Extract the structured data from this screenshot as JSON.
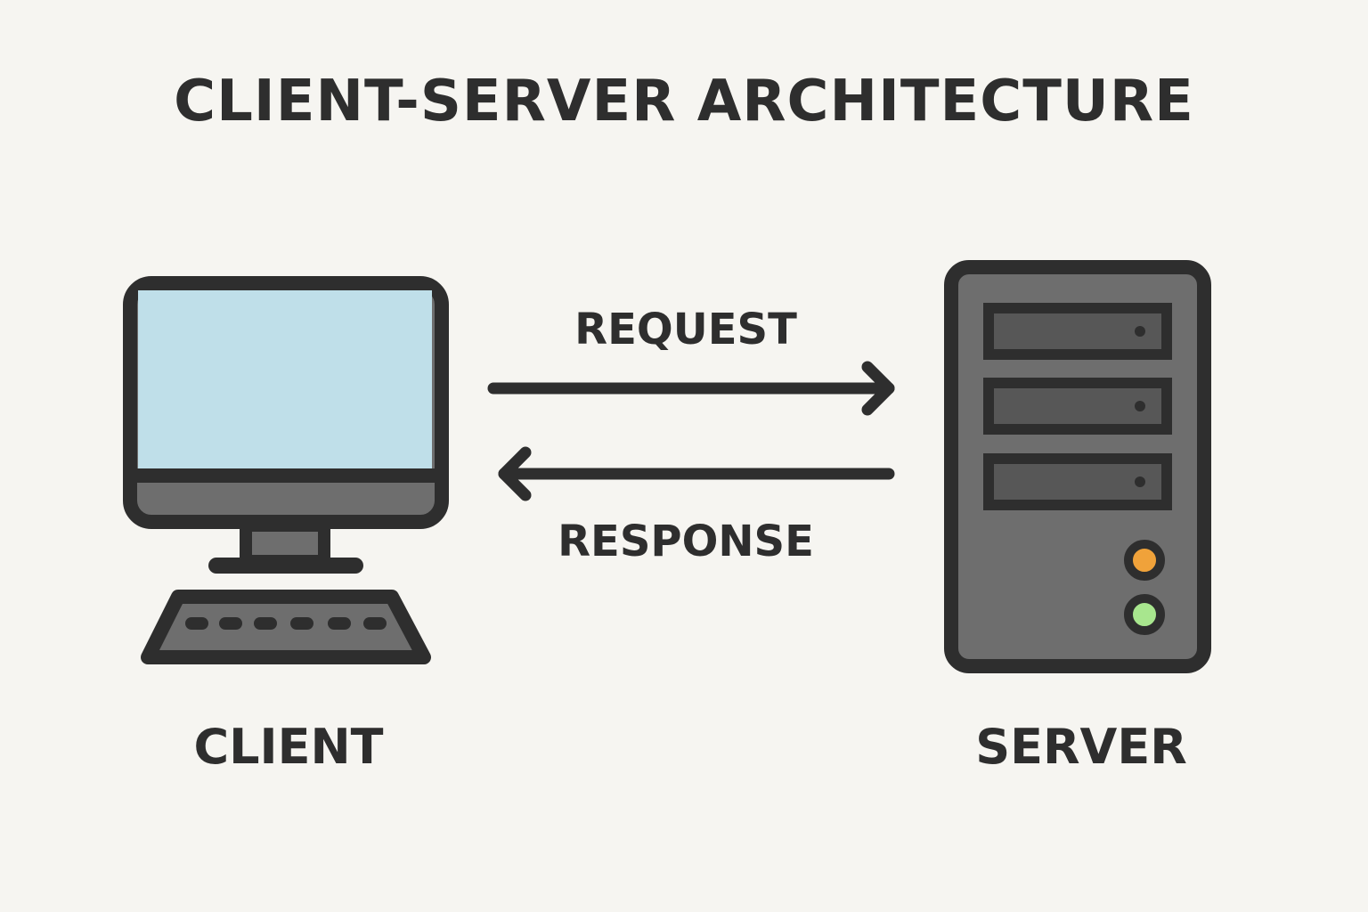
{
  "title": "CLIENT-SERVER ARCHITECTURE",
  "nodes": {
    "client": {
      "label": "CLIENT",
      "icon": "desktop-computer-icon"
    },
    "server": {
      "label": "SERVER",
      "icon": "server-tower-icon"
    }
  },
  "edges": {
    "request": {
      "label": "REQUEST",
      "from": "client",
      "to": "server"
    },
    "response": {
      "label": "RESPONSE",
      "from": "server",
      "to": "client"
    }
  },
  "colors": {
    "background": "#f6f5f1",
    "outline": "#2e2e2e",
    "screen": "#bfdfe9",
    "body_gray": "#6e6e6e",
    "dark_gray": "#575757",
    "indicator_orange": "#f0a23a",
    "indicator_green": "#a8e68e"
  }
}
